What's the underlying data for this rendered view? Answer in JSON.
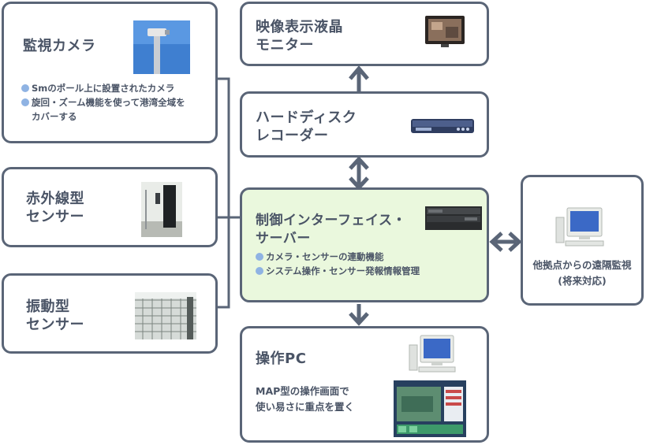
{
  "nodes": {
    "camera": {
      "title": "監視カメラ",
      "bullets": [
        "Smのポール上に設置されたカメラ",
        "旋回・ズーム機能を使って港湾全域を",
        "カバーする"
      ]
    },
    "infrared": {
      "title": "赤外線型\nセンサー"
    },
    "vibration": {
      "title": "振動型\nセンサー"
    },
    "monitor": {
      "title": "映像表示液晶\nモニター"
    },
    "recorder": {
      "title": "ハードディスク\nレコーダー"
    },
    "server": {
      "title": "制御インターフェイス・\nサーバー",
      "bullets": [
        "カメラ・センサーの連動機能",
        "システム操作・センサー発報情報管理"
      ]
    },
    "operation_pc": {
      "title": "操作PC",
      "description": "MAP型の操作画面で\n使い易さに重点を置く"
    },
    "remote": {
      "caption": "他拠点からの遠隔監視\n(将来対応)"
    }
  },
  "colors": {
    "border": "#5a6577",
    "text": "#4a5466",
    "server_fill": "#eaf8dd",
    "bullet": "#8fb3e3"
  },
  "icons": [
    "camera-pole-photo",
    "infrared-sensor-photo",
    "vibration-fence-photo",
    "lcd-monitor-photo",
    "hdd-recorder-photo",
    "rack-server-photo",
    "desktop-pc-icon",
    "map-screen-photo"
  ]
}
